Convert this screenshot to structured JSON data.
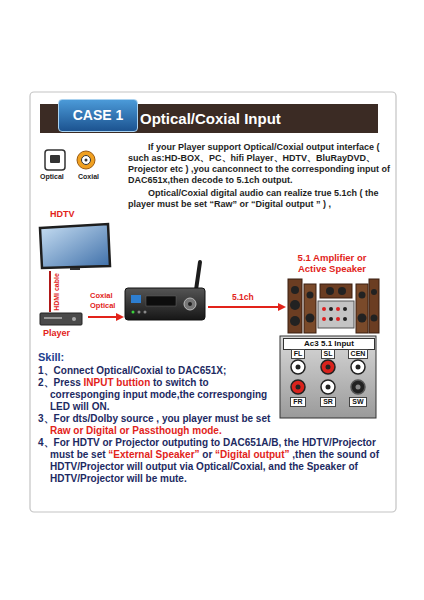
{
  "diagram": {
    "title": "Optical/Coxial Input",
    "nodes": [
      {
        "text": [
          "CASE 1"
        ]
      },
      {
        "text": [
          "HDTV"
        ]
      },
      {
        "text": [
          "Player"
        ]
      },
      {
        "text": [
          "5.1 Amplifier or Active Speaker"
        ]
      },
      {
        "text": [
          "Ac3 5.1 Input"
        ]
      }
    ],
    "edges": [
      {
        "from": 1,
        "to": 2,
        "label": "HDMI cable",
        "arrow": "none"
      }
    ],
    "labels": [
      "Optical",
      "Coxial",
      "If your Player support Optical/Coxial output interface ( such as:HD-BOX、PC、hifi Player、HDTV、BluRayDVD、Projector etc ) ,you canconnect to the corresponding input of DAC651x,then decode to 5.1ch output.",
      "Optical/Coxial digital audio can realize true 5.1ch ( the player must be set “Raw” or “Digital output ” ) ,",
      "Coxial",
      "Optical",
      "5.1ch",
      "FL",
      "SL",
      "CEN",
      "FR",
      "SR",
      "SW",
      "Skill:",
      "1、Connect Optical/Coxial to DAC651X;",
      "2、Press",
      "INPUT buttion",
      "to switch to corresponging input mode,the corresponging LED will ON.",
      "3、For dts/Dolby source , you player must be set",
      "Raw or Digital or Passthough mode.",
      "4、For HDTV or Projector outputing to DAC651A/B, the HDTV/Projector must be set",
      "“External Speaker”",
      "or",
      "“Digital output”",
      ",then the sound of HDTV/Projector will output via Optical/Coxial, and the Speaker of HDTV/Projector will be mute."
    ]
  }
}
